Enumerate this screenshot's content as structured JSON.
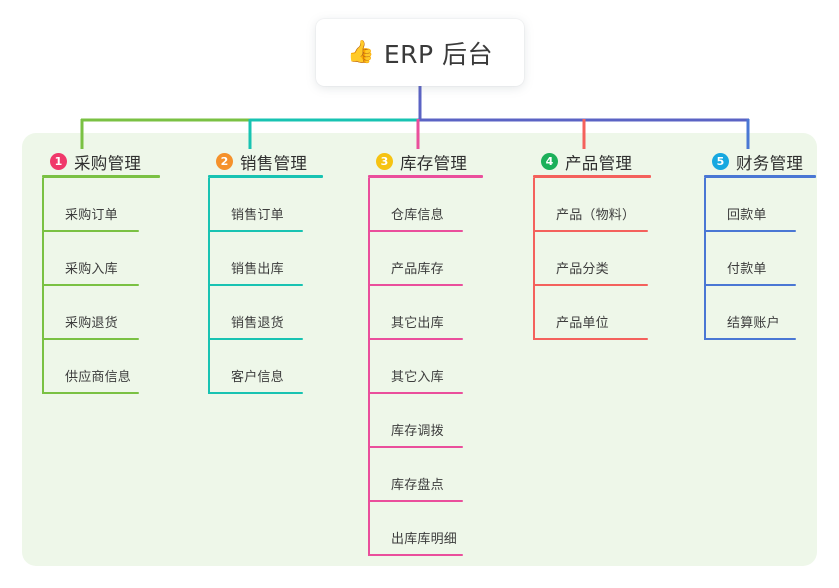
{
  "root": {
    "icon": "thumbs-up-emoji",
    "icon_glyph": "👍",
    "title": "ERP 后台"
  },
  "palette": {
    "panel_bg": "#eef7e9",
    "page_bg": "#ffffff",
    "trunk": "#5b63c4",
    "col1_line": "#7ac143",
    "col2_line": "#18c3b2",
    "col3_line": "#ea4f9c",
    "col4_line": "#f4615c",
    "col5_line": "#4a77d4",
    "badge1": "#f0396a",
    "badge2": "#f5912b",
    "badge3": "#f6c312",
    "badge4": "#1cb05a",
    "badge5": "#17a8e0"
  },
  "columns": [
    {
      "index": "1",
      "badge_color": "#f0396a",
      "line_color": "#7ac143",
      "title": "采购管理",
      "items": [
        {
          "label": "采购订单"
        },
        {
          "label": "采购入库"
        },
        {
          "label": "采购退货"
        },
        {
          "label": "供应商信息"
        }
      ]
    },
    {
      "index": "2",
      "badge_color": "#f5912b",
      "line_color": "#18c3b2",
      "title": "销售管理",
      "items": [
        {
          "label": "销售订单"
        },
        {
          "label": "销售出库"
        },
        {
          "label": "销售退货"
        },
        {
          "label": "客户信息"
        }
      ]
    },
    {
      "index": "3",
      "badge_color": "#f6c312",
      "line_color": "#ea4f9c",
      "title": "库存管理",
      "items": [
        {
          "label": "仓库信息"
        },
        {
          "label": "产品库存"
        },
        {
          "label": "其它出库"
        },
        {
          "label": "其它入库"
        },
        {
          "label": "库存调拨"
        },
        {
          "label": "库存盘点"
        },
        {
          "label": "出库库明细"
        }
      ]
    },
    {
      "index": "4",
      "badge_color": "#1cb05a",
      "line_color": "#f4615c",
      "title": "产品管理",
      "items": [
        {
          "label": "产品（物料）"
        },
        {
          "label": "产品分类"
        },
        {
          "label": "产品单位"
        }
      ]
    },
    {
      "index": "5",
      "badge_color": "#17a8e0",
      "line_color": "#4a77d4",
      "title": "财务管理",
      "items": [
        {
          "label": "回款单"
        },
        {
          "label": "付款单"
        },
        {
          "label": "结算账户"
        }
      ]
    }
  ]
}
